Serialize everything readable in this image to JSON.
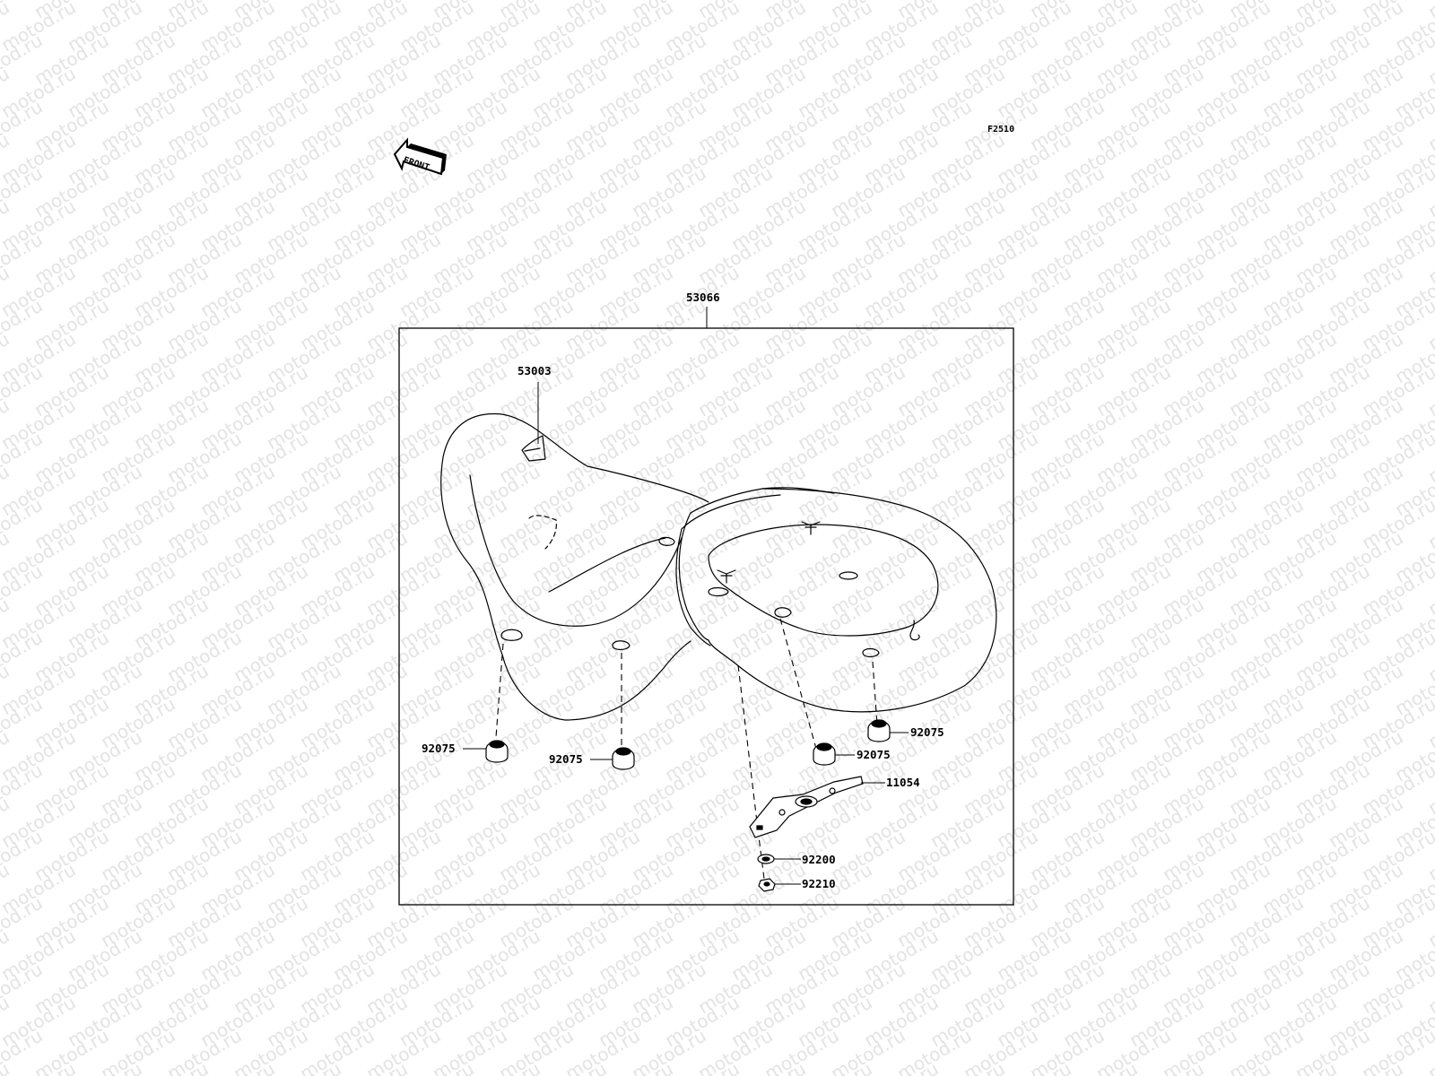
{
  "watermark": {
    "text": "motod.ru",
    "color": "#e3e3e3"
  },
  "diagram": {
    "code": "F2510",
    "front_arrow_label": "FRONT",
    "parts": {
      "seat_assy": "53066",
      "seat_label": "53003",
      "damper_1": "92075",
      "damper_2": "92075",
      "damper_3": "92075",
      "damper_4": "92075",
      "bracket": "11054",
      "washer": "92200",
      "nut": "92210"
    }
  }
}
